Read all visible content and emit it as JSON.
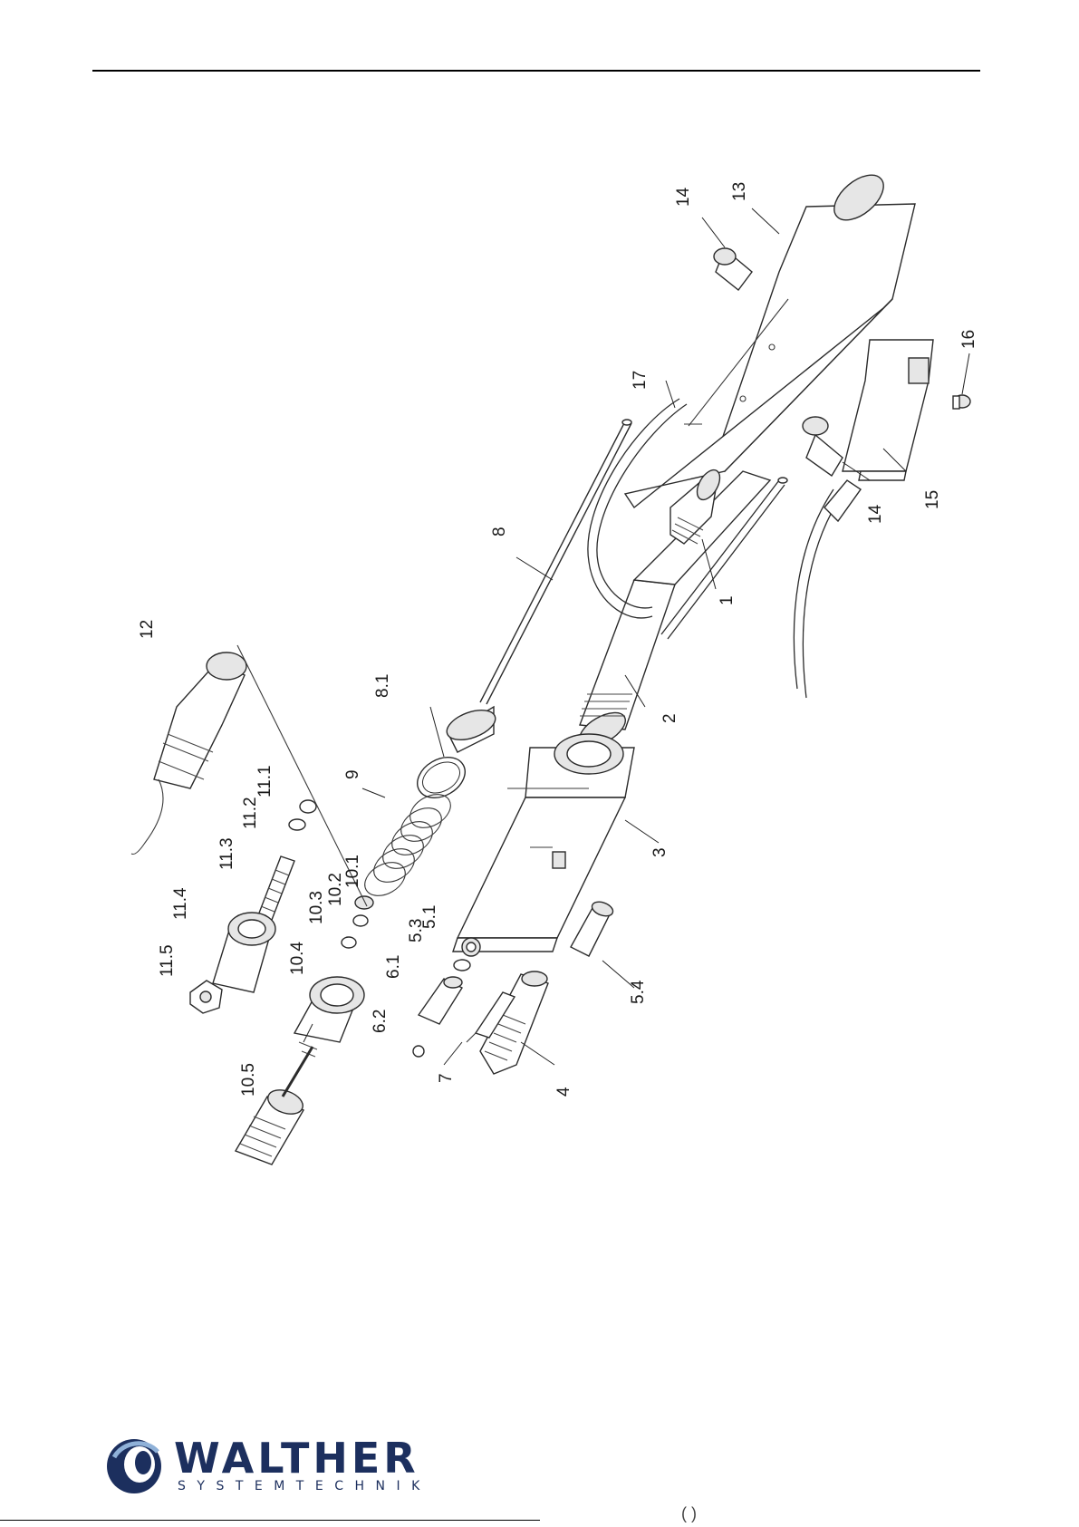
{
  "labels": {
    "p1": "1",
    "p2": "2",
    "p3": "3",
    "p4": "4",
    "p5_1": "5.1",
    "p5_3": "5.3",
    "p5_4": "5.4",
    "p6_1": "6.1",
    "p6_2": "6.2",
    "p7": "7",
    "p8": "8",
    "p8_1": "8.1",
    "p9": "9",
    "p10_1": "10.1",
    "p10_2": "10.2",
    "p10_3": "10.3",
    "p10_4": "10.4",
    "p10_5": "10.5",
    "p11_1": "11.1",
    "p11_2": "11.2",
    "p11_3": "11.3",
    "p11_4": "11.4",
    "p11_5": "11.5",
    "p12": "12",
    "p13": "13",
    "p14a": "14",
    "p14b": "14",
    "p15": "15",
    "p16": "16",
    "p17": "17"
  },
  "logo": {
    "name": "WALTHER",
    "subtitle": "SYSTEMTECHNIK",
    "color": "#1c2f5e",
    "icon": "walther-swirl-icon"
  },
  "footer": {
    "page_mark": "( )"
  }
}
